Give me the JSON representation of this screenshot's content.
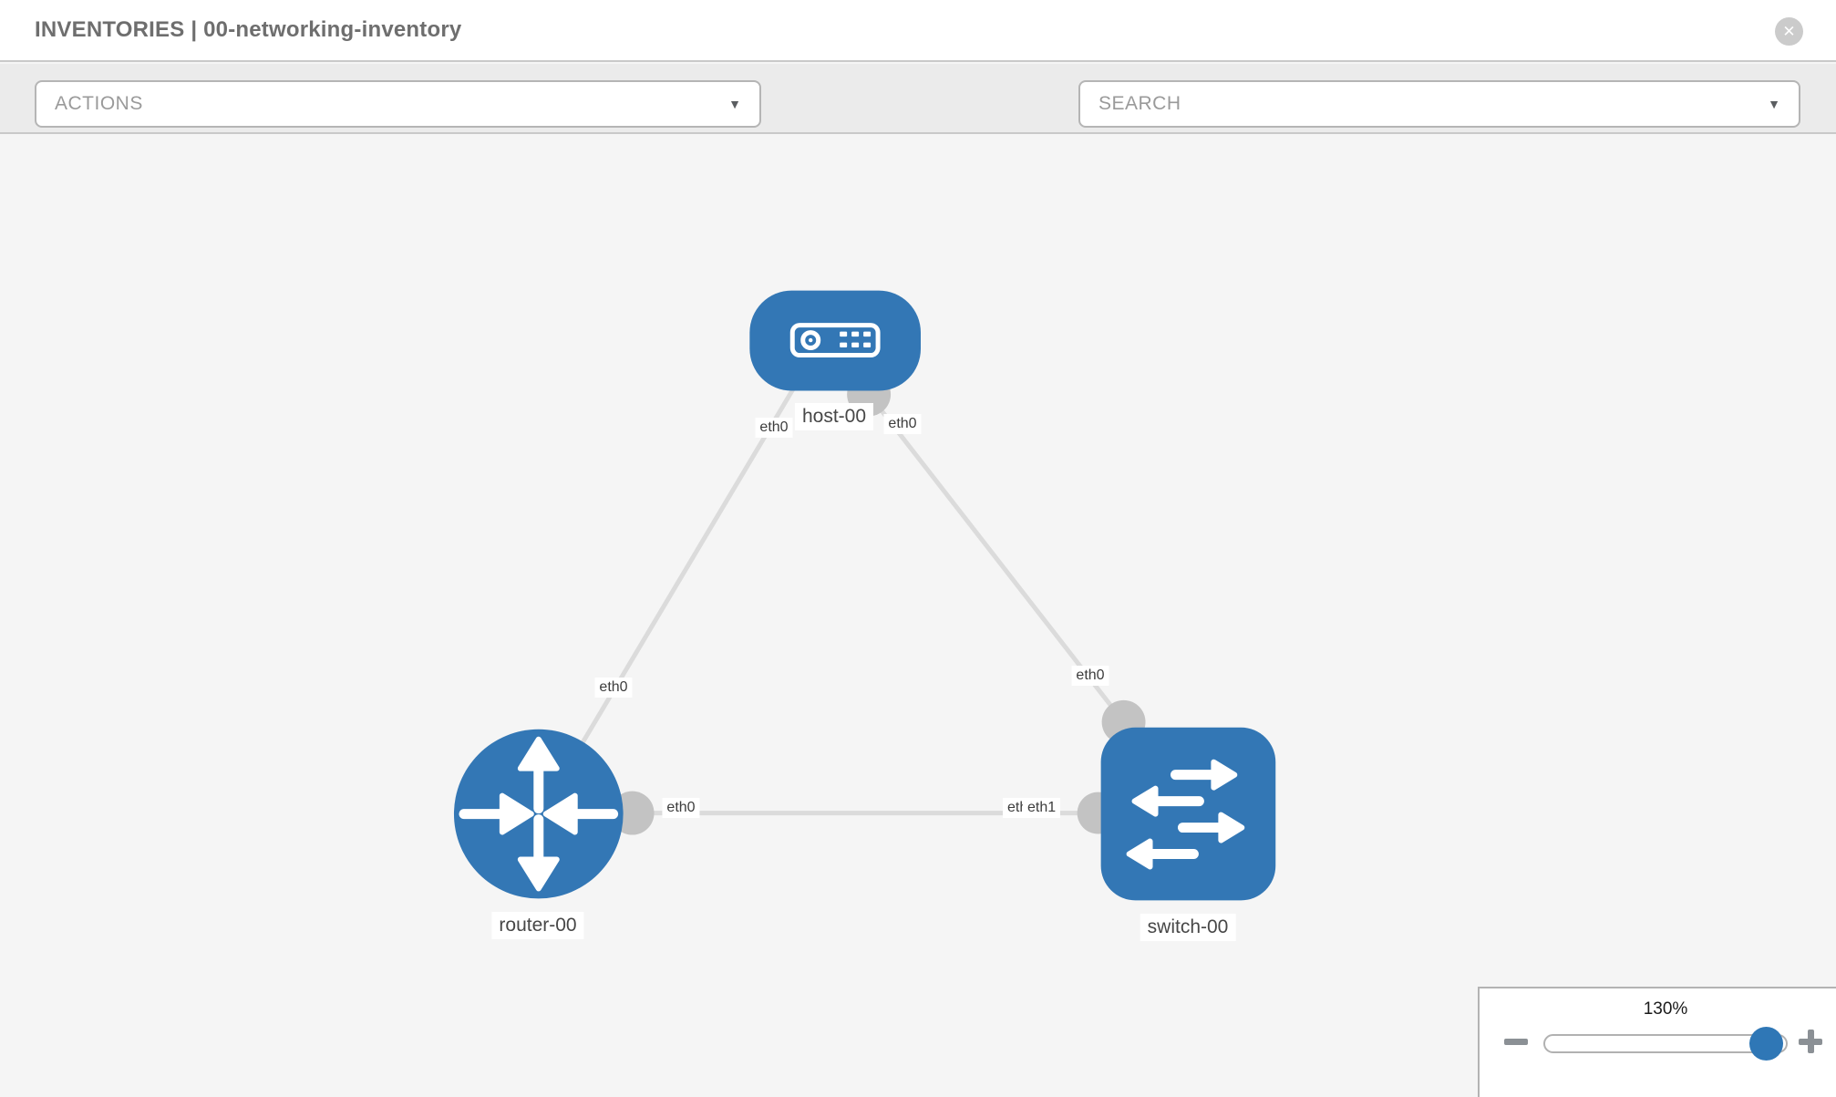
{
  "header": {
    "title": "INVENTORIES | 00-networking-inventory",
    "close_glyph": "✕"
  },
  "toolbar": {
    "actions_label": "ACTIONS",
    "search_label": "SEARCH",
    "caret_glyph": "▼"
  },
  "icons": {
    "close": "circle-x-icon",
    "actions_caret": "chevron-down-icon",
    "search_caret": "chevron-down-icon",
    "wrench": "wrench-icon",
    "key": "key-icon",
    "host_node": "server-icon",
    "router_node": "router-arrows-icon",
    "switch_node": "switch-arrows-icon",
    "zoom_minus": "minus-icon",
    "zoom_plus": "plus-icon"
  },
  "topology": {
    "node_labels": {
      "host": "host-00",
      "router": "router-00",
      "switch": "switch-00"
    },
    "port_labels": {
      "host_to_router": "eth0",
      "host_to_switch": "eth0",
      "router_to_host": "eth0",
      "switch_to_host": "eth0",
      "router_to_switch": "eth0",
      "switch_to_router_hidden": "eth0",
      "switch_to_router": "eth1"
    },
    "links": [
      {
        "from": "host-00",
        "to": "router-00",
        "from_interface": "eth0",
        "to_interface": "eth0"
      },
      {
        "from": "host-00",
        "to": "switch-00",
        "from_interface": "eth0",
        "to_interface": "eth0"
      },
      {
        "from": "router-00",
        "to": "switch-00",
        "from_interface": "eth0",
        "to_interface": "eth1"
      }
    ]
  },
  "zoom_control": {
    "value": "130%"
  },
  "colors": {
    "node_blue": "#3377b5",
    "connector_gray": "#c3c3c3",
    "link_gray": "#dbdbdb",
    "toolbar_bg": "#ebebeb",
    "canvas_bg": "#f5f5f5",
    "slider_thumb_blue": "#2f77b6",
    "icon_gray": "#6d737a"
  }
}
